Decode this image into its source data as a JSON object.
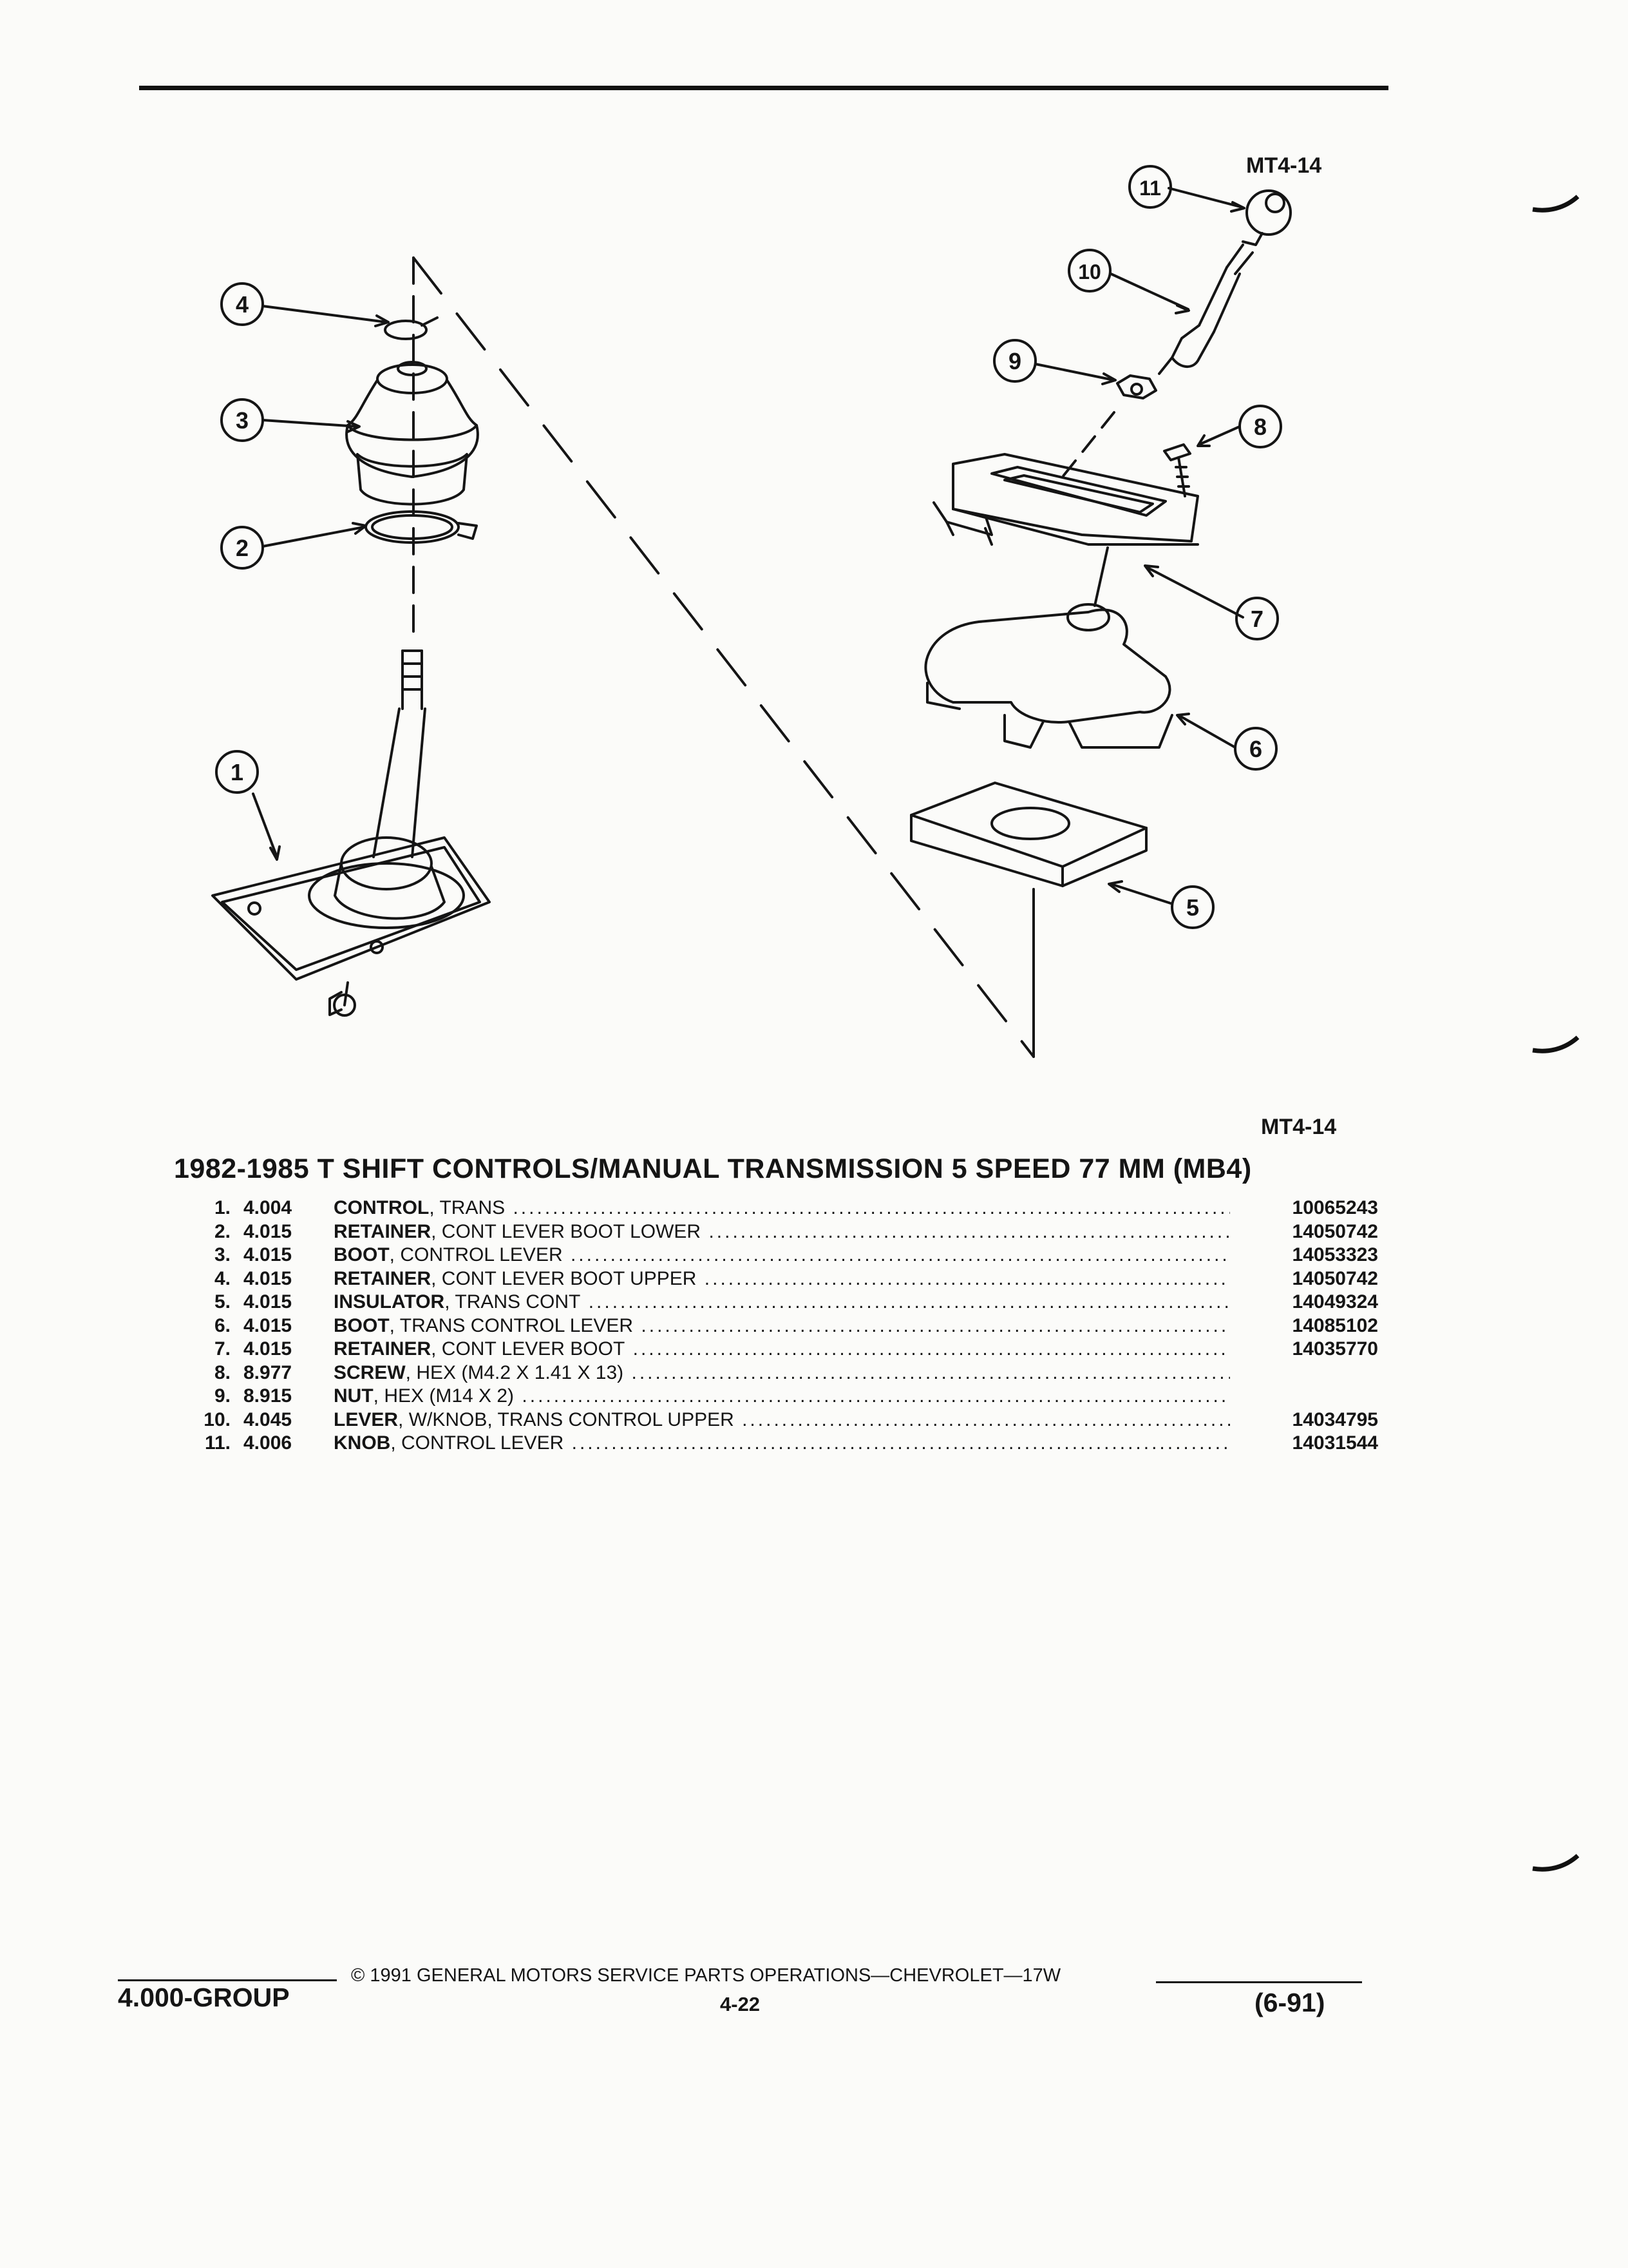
{
  "figure": {
    "label_top": "MT4-14",
    "label_bottom": "MT4-14"
  },
  "callouts": [
    "1",
    "2",
    "3",
    "4",
    "5",
    "6",
    "7",
    "8",
    "9",
    "10",
    "11"
  ],
  "title": "1982-1985 T SHIFT CONTROLS/MANUAL TRANSMISSION 5 SPEED 77 MM (MB4)",
  "parts": [
    {
      "num": "1.",
      "group": "4.004",
      "name": "CONTROL",
      "desc": ", TRANS",
      "part_no": "10065243"
    },
    {
      "num": "2.",
      "group": "4.015",
      "name": "RETAINER",
      "desc": ", CONT LEVER BOOT LOWER",
      "part_no": "14050742"
    },
    {
      "num": "3.",
      "group": "4.015",
      "name": "BOOT",
      "desc": ", CONTROL LEVER",
      "part_no": "14053323"
    },
    {
      "num": "4.",
      "group": "4.015",
      "name": "RETAINER",
      "desc": ", CONT LEVER BOOT UPPER",
      "part_no": "14050742"
    },
    {
      "num": "5.",
      "group": "4.015",
      "name": "INSULATOR",
      "desc": ", TRANS CONT",
      "part_no": "14049324"
    },
    {
      "num": "6.",
      "group": "4.015",
      "name": "BOOT",
      "desc": ", TRANS CONTROL LEVER",
      "part_no": "14085102"
    },
    {
      "num": "7.",
      "group": "4.015",
      "name": "RETAINER",
      "desc": ", CONT LEVER BOOT",
      "part_no": "14035770"
    },
    {
      "num": "8.",
      "group": "8.977",
      "name": "SCREW",
      "desc": ", HEX (M4.2 X 1.41 X 13)",
      "part_no": ""
    },
    {
      "num": "9.",
      "group": "8.915",
      "name": "NUT",
      "desc": ", HEX (M14 X 2)",
      "part_no": ""
    },
    {
      "num": "10.",
      "group": "4.045",
      "name": "LEVER",
      "desc": ", W/KNOB, TRANS CONTROL UPPER",
      "part_no": "14034795"
    },
    {
      "num": "11.",
      "group": "4.006",
      "name": "KNOB",
      "desc": ", CONTROL LEVER",
      "part_no": "14031544"
    }
  ],
  "footer": {
    "group": "4.000-GROUP",
    "copyright": "© 1991 GENERAL MOTORS SERVICE PARTS OPERATIONS—CHEVROLET—17W",
    "page": "4-22",
    "date": "(6-91)"
  }
}
